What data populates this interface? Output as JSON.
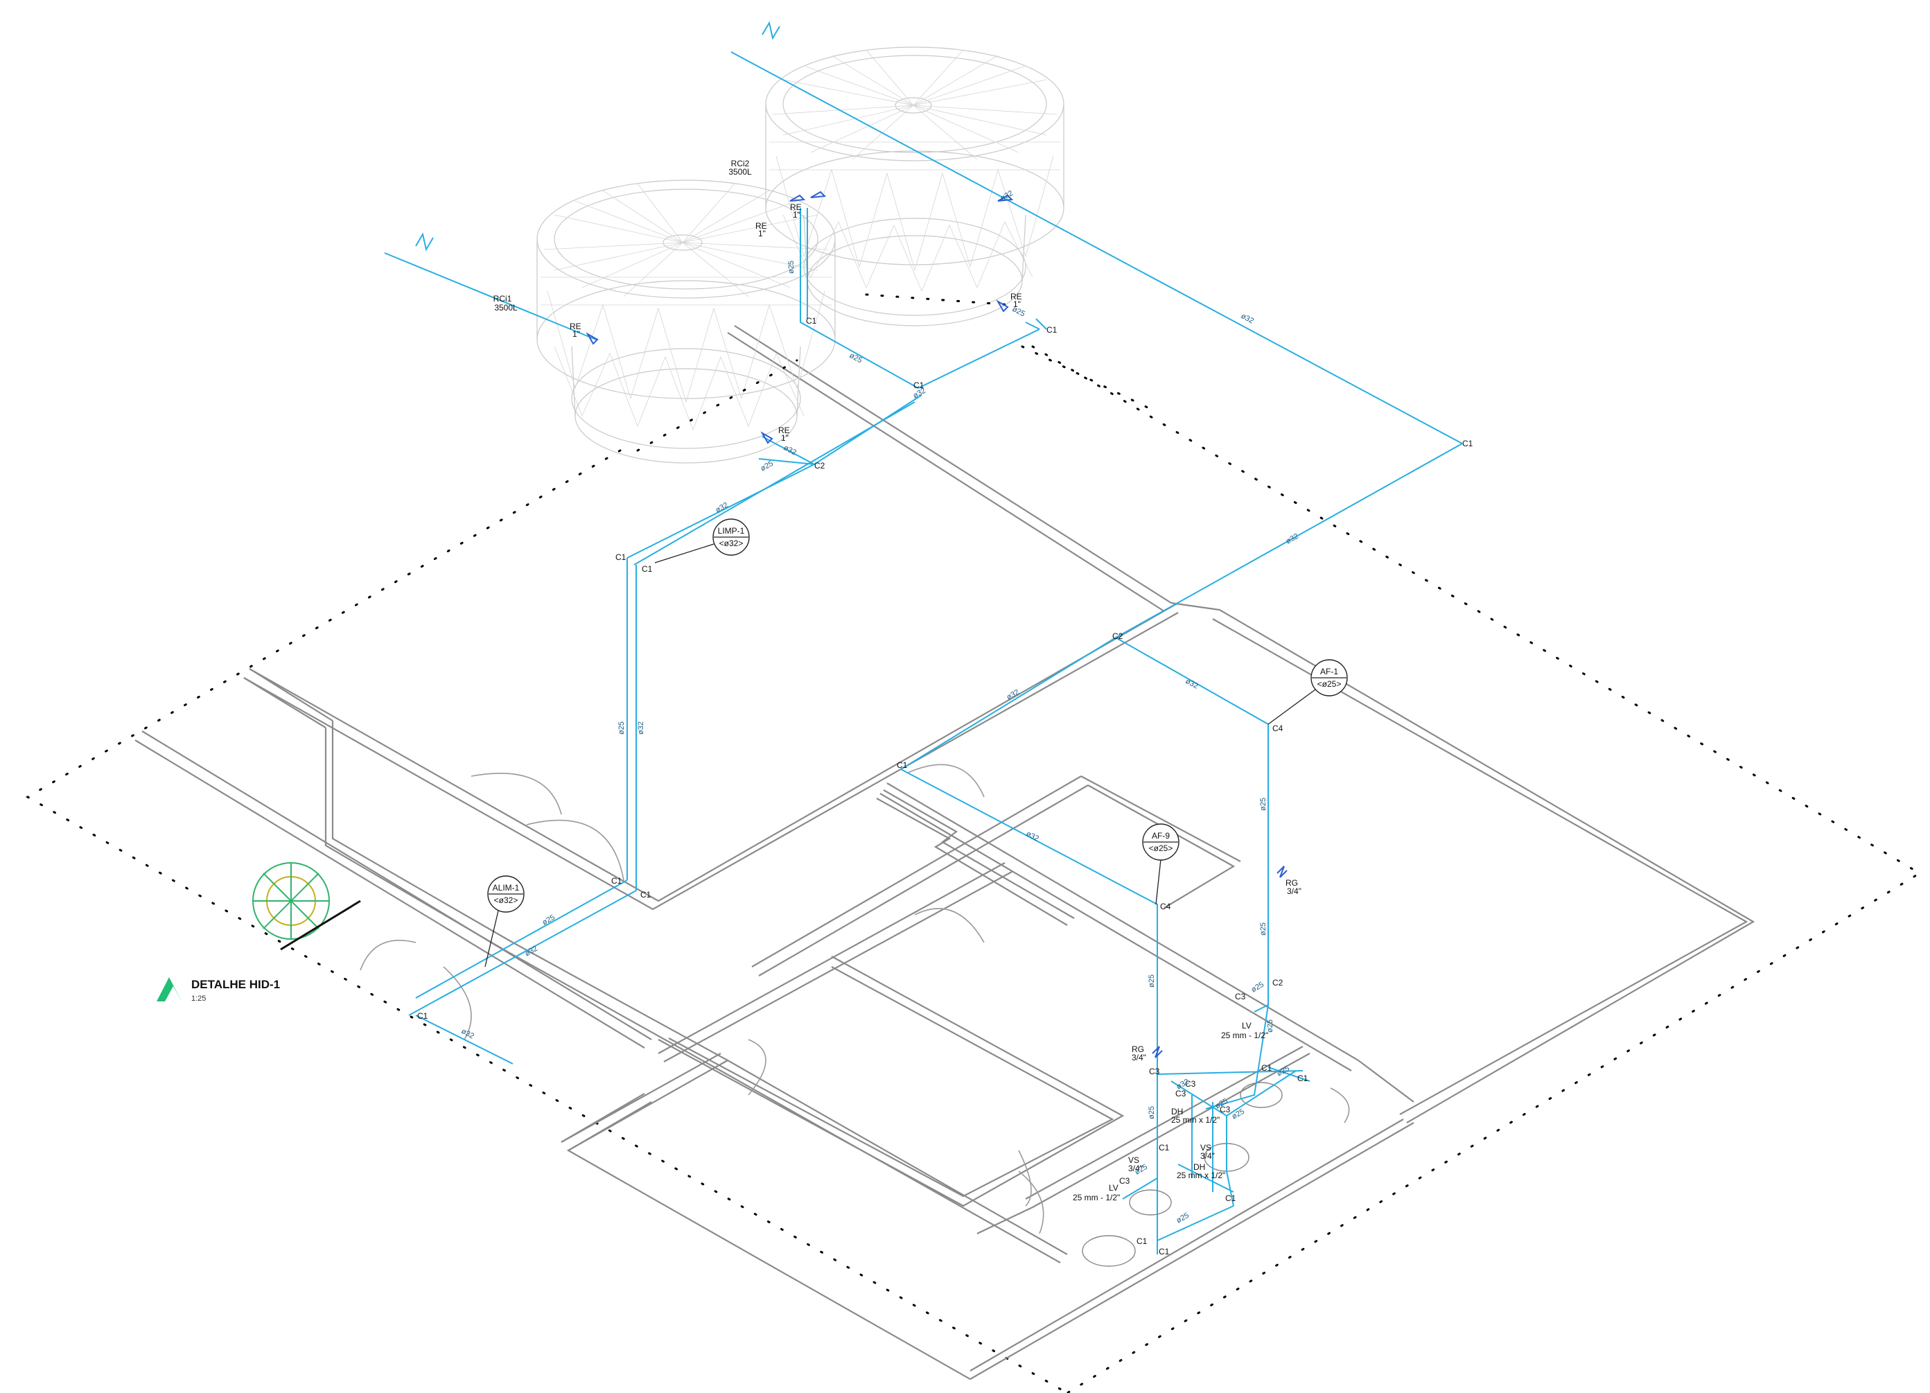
{
  "title_block": {
    "title": "DETALHE HID-1",
    "scale": "1:25"
  },
  "tanks": [
    {
      "name": "RCi1",
      "capacity": "3500L"
    },
    {
      "name": "RCi2",
      "capacity": "3500L"
    }
  ],
  "tags": [
    {
      "code": "LIMP-1",
      "size": "<ø32>"
    },
    {
      "code": "AF-1",
      "size": "<ø25>"
    },
    {
      "code": "AF-9",
      "size": "<ø25>"
    },
    {
      "code": "ALIM-1",
      "size": "<ø32>"
    }
  ],
  "fittings": {
    "re": "RE",
    "re_size": "1\"",
    "c1": "C1",
    "c2": "C2",
    "c3": "C3",
    "c4": "C4",
    "rg": "RG",
    "rg_size": "3/4\"",
    "lv": "LV",
    "lv_size": "25 mm - 1/2\"",
    "dh": "DH",
    "dh_size": "25 mm x 1/2\"",
    "vs": "VS",
    "vs_size": "3/4\""
  },
  "diameters": {
    "d32": "ø32",
    "d25": "ø25"
  },
  "colors": {
    "pipe": "#27aee2",
    "fitting": "#2b5fcf",
    "wall": "#8a8a8a",
    "vegetation": "#2fb36b",
    "logo": "#1fbf74"
  }
}
